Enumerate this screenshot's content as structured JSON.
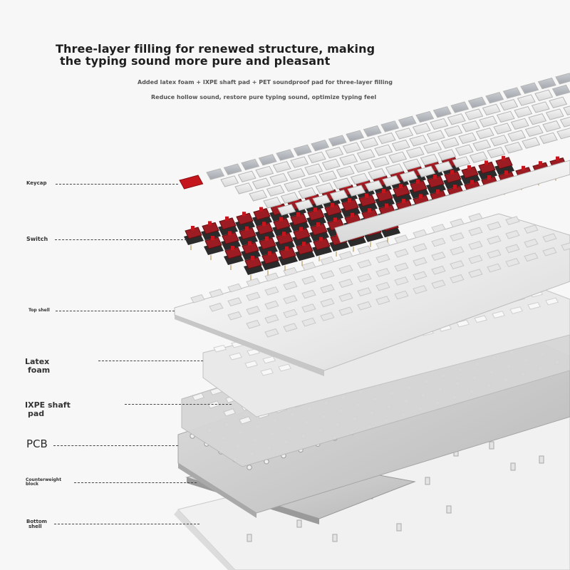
{
  "heading": {
    "line1": "Three-layer filling for renewed structure, making",
    "line2": "the typing sound more pure and pleasant"
  },
  "subheadings": [
    "Added latex foam + IXPE shaft pad + PET soundproof pad for three-layer filling",
    "Reduce hollow sound, restore pure typing sound, optimize typing feel"
  ],
  "labels": {
    "keycap": "Keycap",
    "switch": "Switch",
    "top_shell": "Top shell",
    "latex_foam": [
      "Latex",
      "foam"
    ],
    "ixpe_pad": [
      "IXPE shaft",
      "pad"
    ],
    "pcb": "PCB",
    "counterweight": [
      "Counterweight",
      "block"
    ],
    "bottom_shell": [
      "Bottom",
      "shell"
    ]
  },
  "colors": {
    "background": "#f7f7f7",
    "keycap_light": "#eeeeee",
    "keycap_gray": "#b9bcc2",
    "accent_red": "#c4161c",
    "switch_red": "#9b1c22",
    "plate_silver": "#dcdcdc",
    "pcb_silver": "#cfcfcf"
  }
}
